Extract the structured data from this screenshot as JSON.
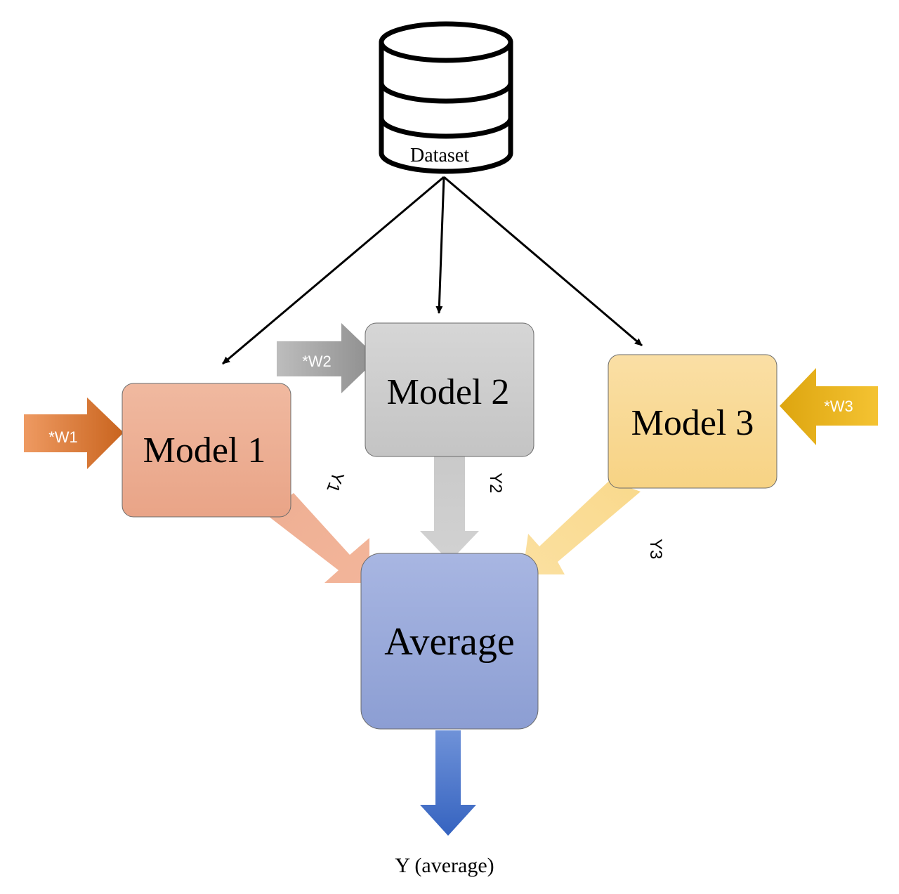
{
  "dataset": {
    "label": "Dataset",
    "icon": "database-icon"
  },
  "models": [
    {
      "label": "Model 1",
      "weight_label": "*W1",
      "output_label": "Y1",
      "color": "#EBA98A",
      "weight_color": "#D9732F"
    },
    {
      "label": "Model 2",
      "weight_label": "*W2",
      "output_label": "Y2",
      "color": "#CFCFCF",
      "weight_color": "#9B9B9B"
    },
    {
      "label": "Model 3",
      "weight_label": "*W3",
      "output_label": "Y3",
      "color": "#F8D88F",
      "weight_color": "#E9B51A"
    }
  ],
  "average": {
    "label": "Average",
    "color": "#99A9D9"
  },
  "output": {
    "label": "Y (average)",
    "color": "#3F6BC4"
  }
}
